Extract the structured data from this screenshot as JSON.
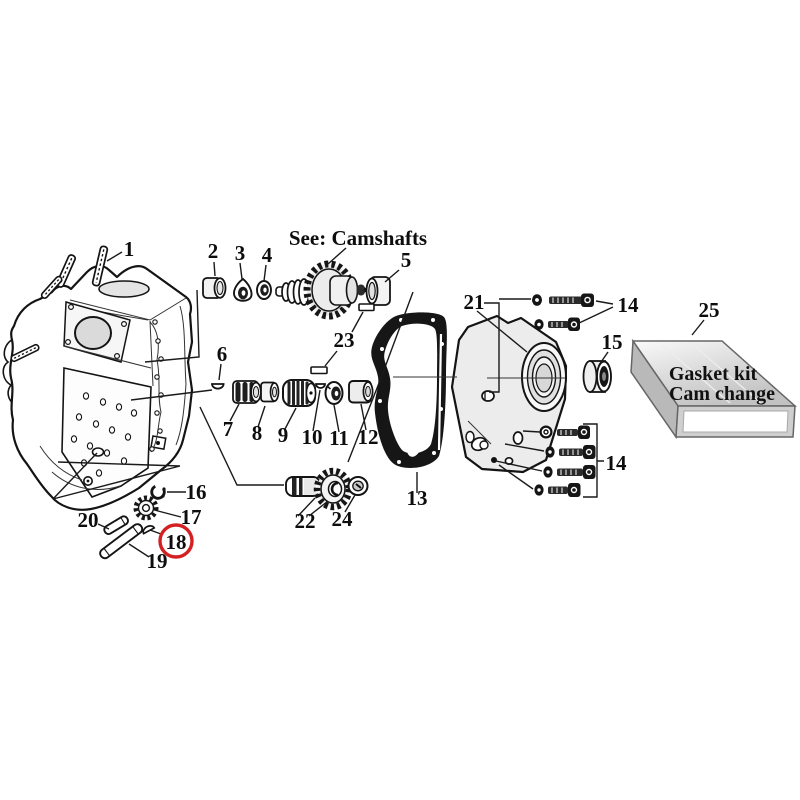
{
  "figure": {
    "note": "See: Camshafts",
    "kit_box": {
      "line1": "Gasket kit",
      "line2": "Cam change"
    },
    "highlight": {
      "part": "18",
      "color": "#d42020"
    },
    "labels": {
      "n1": "1",
      "n2": "2",
      "n3": "3",
      "n4": "4",
      "n5": "5",
      "n6": "6",
      "n7": "7",
      "n8": "8",
      "n9": "9",
      "n10": "10",
      "n11": "11",
      "n12": "12",
      "n13": "13",
      "n14a": "14",
      "n14b": "14",
      "n15": "15",
      "n16": "16",
      "n17": "17",
      "n18": "18",
      "n19": "19",
      "n20": "20",
      "n21": "21",
      "n22": "22",
      "n23": "23",
      "n24": "24",
      "n25": "25"
    }
  }
}
